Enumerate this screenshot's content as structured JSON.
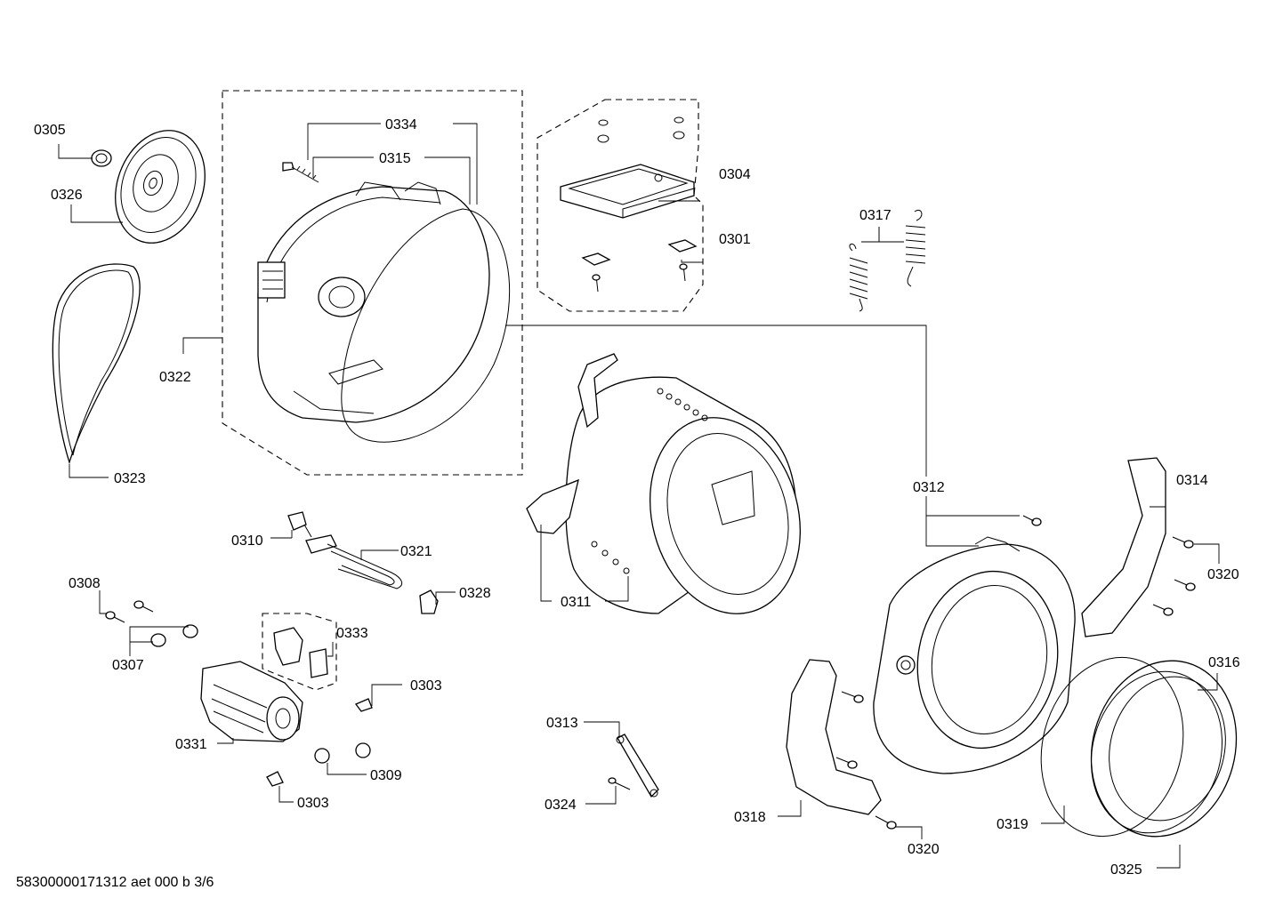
{
  "labels": {
    "p0305": "0305",
    "p0326": "0326",
    "p0323": "0323",
    "p0322": "0322",
    "p0334": "0334",
    "p0315": "0315",
    "p0304": "0304",
    "p0301": "0301",
    "p0317": "0317",
    "p0312": "0312",
    "p0314": "0314",
    "p0320a": "0320",
    "p0310": "0310",
    "p0321": "0321",
    "p0328": "0328",
    "p0308": "0308",
    "p0307": "0307",
    "p0333": "0333",
    "p0303a": "0303",
    "p0331": "0331",
    "p0309": "0309",
    "p0303b": "0303",
    "p0311": "0311",
    "p0313": "0313",
    "p0324": "0324",
    "p0316": "0316",
    "p0318": "0318",
    "p0319": "0319",
    "p0320b": "0320",
    "p0325": "0325"
  },
  "footer": "58300000171312 aet 000 b 3/6"
}
